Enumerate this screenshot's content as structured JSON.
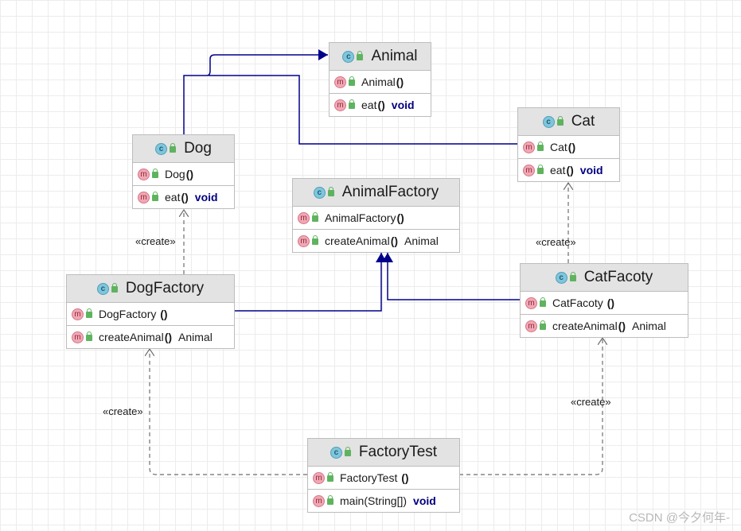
{
  "classes": {
    "animal": {
      "name": "Animal",
      "constructor": "Animal",
      "method": "eat",
      "method_return": "void"
    },
    "cat": {
      "name": "Cat",
      "constructor": "Cat",
      "method": "eat",
      "method_return": "void"
    },
    "dog": {
      "name": "Dog",
      "constructor": "Dog",
      "method": "eat",
      "method_return": "void"
    },
    "animal_factory": {
      "name": "AnimalFactory",
      "constructor": "AnimalFactory",
      "method": "createAnimal",
      "method_return": "Animal"
    },
    "dog_factory": {
      "name": "DogFactory",
      "constructor": "DogFactory ",
      "method": "createAnimal",
      "method_return": "Animal"
    },
    "cat_factory": {
      "name": "CatFacoty",
      "constructor": "CatFacoty ",
      "method": "createAnimal",
      "method_return": "Animal"
    },
    "factory_test": {
      "name": "FactoryTest",
      "constructor": "FactoryTest ",
      "method": "main(String[])",
      "method_return": "void"
    }
  },
  "labels": {
    "create": "«create»"
  },
  "symbols": {
    "class_icon": "c",
    "method_icon": "m",
    "parens": "()"
  },
  "icons": [
    "class-icon",
    "method-icon",
    "public-lock-icon",
    "static-main-marker-icon"
  ],
  "colors": {
    "inheritance_line": "#00008b",
    "dependency_line": "#6e6e6e",
    "header_bg": "#e3e3e3",
    "keyword": "#000080"
  },
  "watermark": "CSDN @今夕何年-"
}
